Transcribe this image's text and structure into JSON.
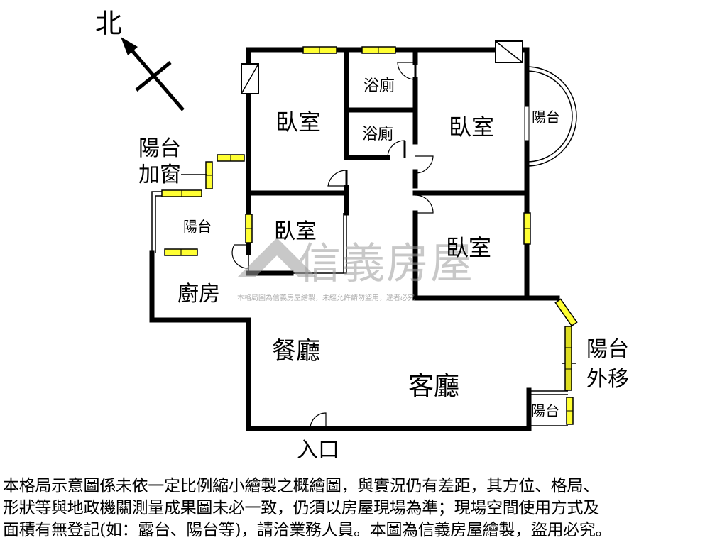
{
  "compass": {
    "label": "北"
  },
  "rooms": {
    "bedroom_top_left": "臥室",
    "bath_upper": "浴廁",
    "bath_lower": "浴廁",
    "bedroom_top_right": "臥室",
    "balcony_round": "陽台",
    "bedroom_middle": "臥室",
    "bedroom_right": "臥室",
    "balcony_left": "陽台",
    "kitchen": "廚房",
    "dining": "餐廳",
    "living": "客廳",
    "balcony_small": "陽台"
  },
  "annotations": {
    "balcony_window_line1": "陽台",
    "balcony_window_line2": "加窗",
    "balcony_moved_line1": "陽台",
    "balcony_moved_line2": "外移",
    "entrance": "入口"
  },
  "watermark": {
    "brand": "信義房屋",
    "notice": "本格局圖為信義房屋繪製，未經允許請勿盜用，違者必究"
  },
  "disclaimer": [
    "本格局示意圖係未依一定比例縮小繪製之概繪圖，與實況仍有差距，其方位、格局、",
    "形狀等與地政機關測量成果圖未必一致，仍須以房屋現場為準；現場空間使用方式及",
    "面積有無登記(如：露台、陽台等)，請洽業務人員。本圖為信義房屋繪製，盜用必究。"
  ]
}
